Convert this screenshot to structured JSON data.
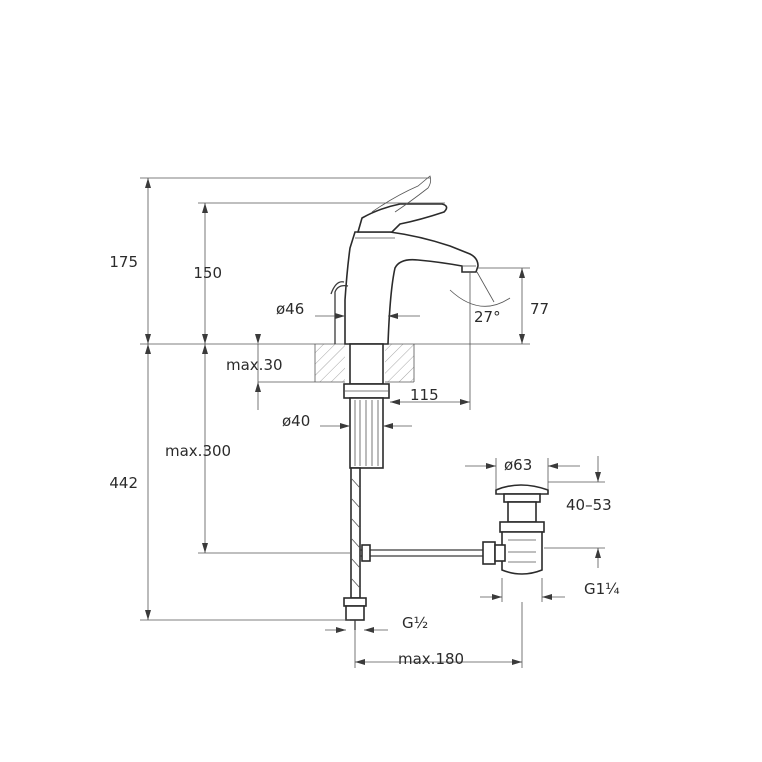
{
  "colors": {
    "line": "#3a3a3a",
    "hatch": "#6b6b6b",
    "background": "#ffffff"
  },
  "dimensions": {
    "total_height": "175",
    "spout_height": "150",
    "spout_clearance": "77",
    "spout_angle": "27°",
    "base_diameter": "ø46",
    "max_deck_thickness": "max.30",
    "spout_reach": "115",
    "shank_diameter": "ø40",
    "max_below_deck": "max.300",
    "hose_length": "442",
    "waste_diameter": "ø63",
    "waste_range": "40–53",
    "waste_thread": "G1¼",
    "hose_thread": "G½",
    "max_pop_up_distance": "max.180"
  }
}
